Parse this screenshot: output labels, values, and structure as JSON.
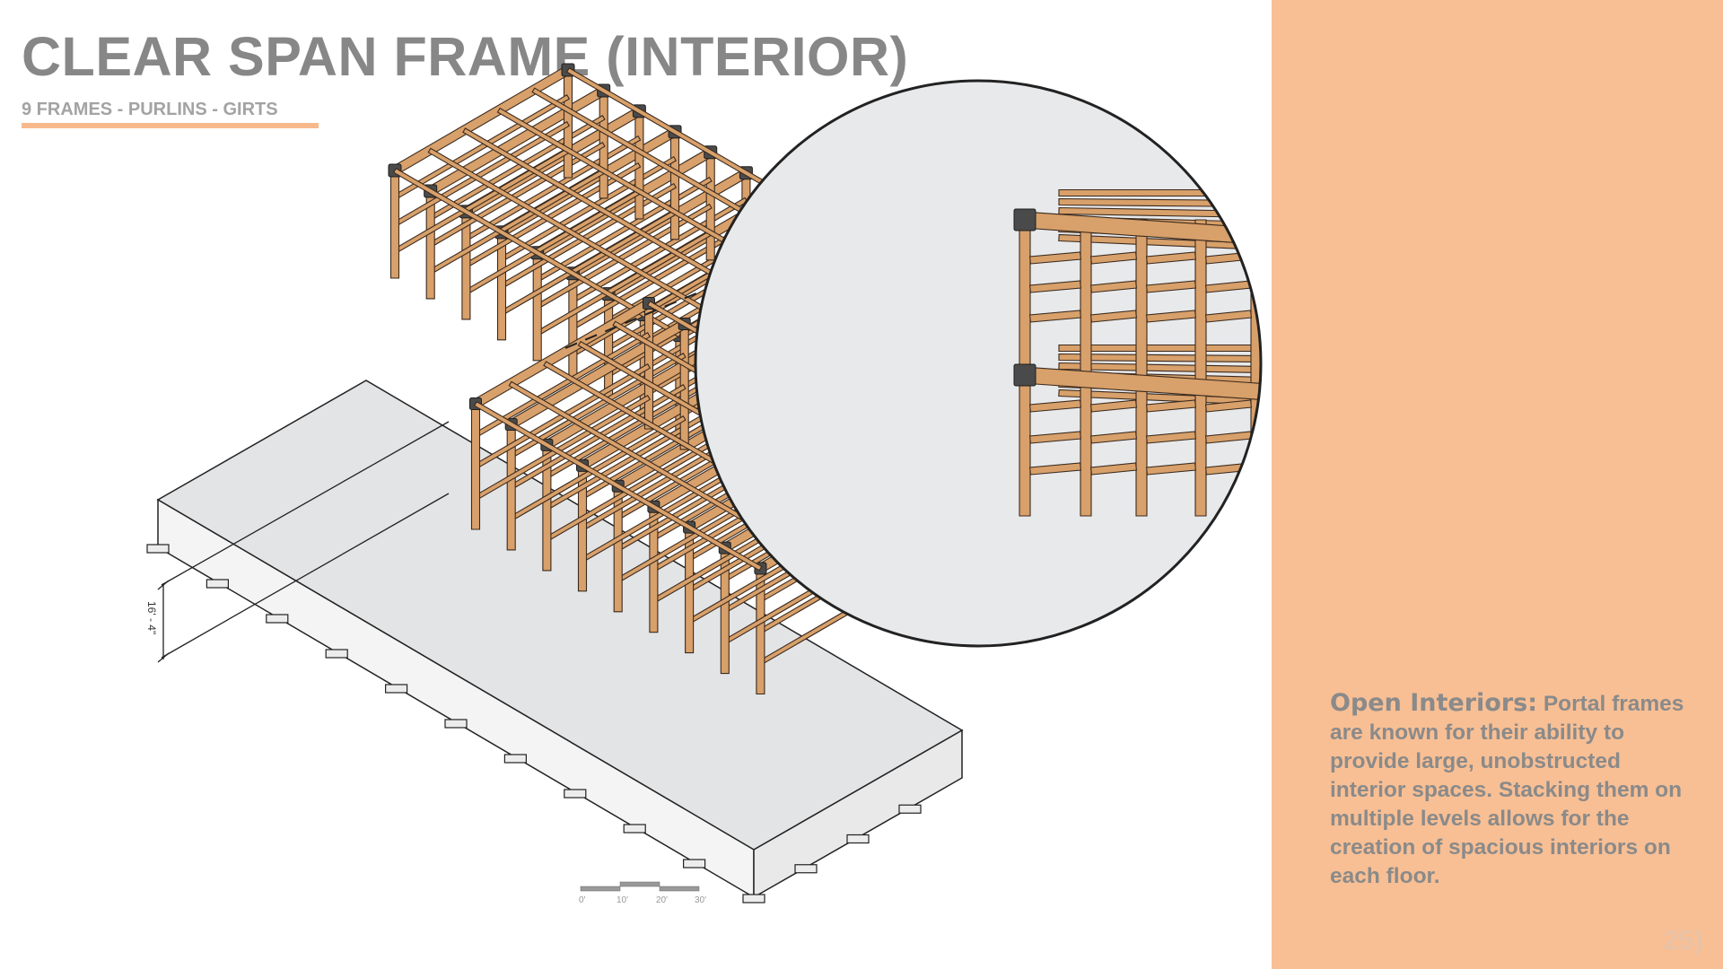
{
  "header": {
    "title": "CLEAR SPAN FRAME (INTERIOR)",
    "subtitle": "9 FRAMES - PURLINS - GIRTS"
  },
  "side_panel": {
    "heading": "Open Interiors:",
    "body": "Portal frames are known for their ability to provide large, unobstructed interior spaces. Stacking them on multiple levels allows for the creation of spacious interiors on each floor."
  },
  "page_number": "25)",
  "diagram": {
    "dimension_label": "16' - 4\"",
    "scale_bar": {
      "ticks": [
        "0'",
        "10'",
        "20'",
        "30'"
      ]
    },
    "frame_count": 9
  },
  "colors": {
    "accent": "#f8bf94",
    "underline": "#f7b98c",
    "timber": "#d8a06a",
    "timber_edge": "#3a2a1e",
    "connector": "#4a4a4a",
    "slab_top": "#e3e4e6",
    "slab_side": "#f5f5f5",
    "text_gray": "#878787"
  }
}
